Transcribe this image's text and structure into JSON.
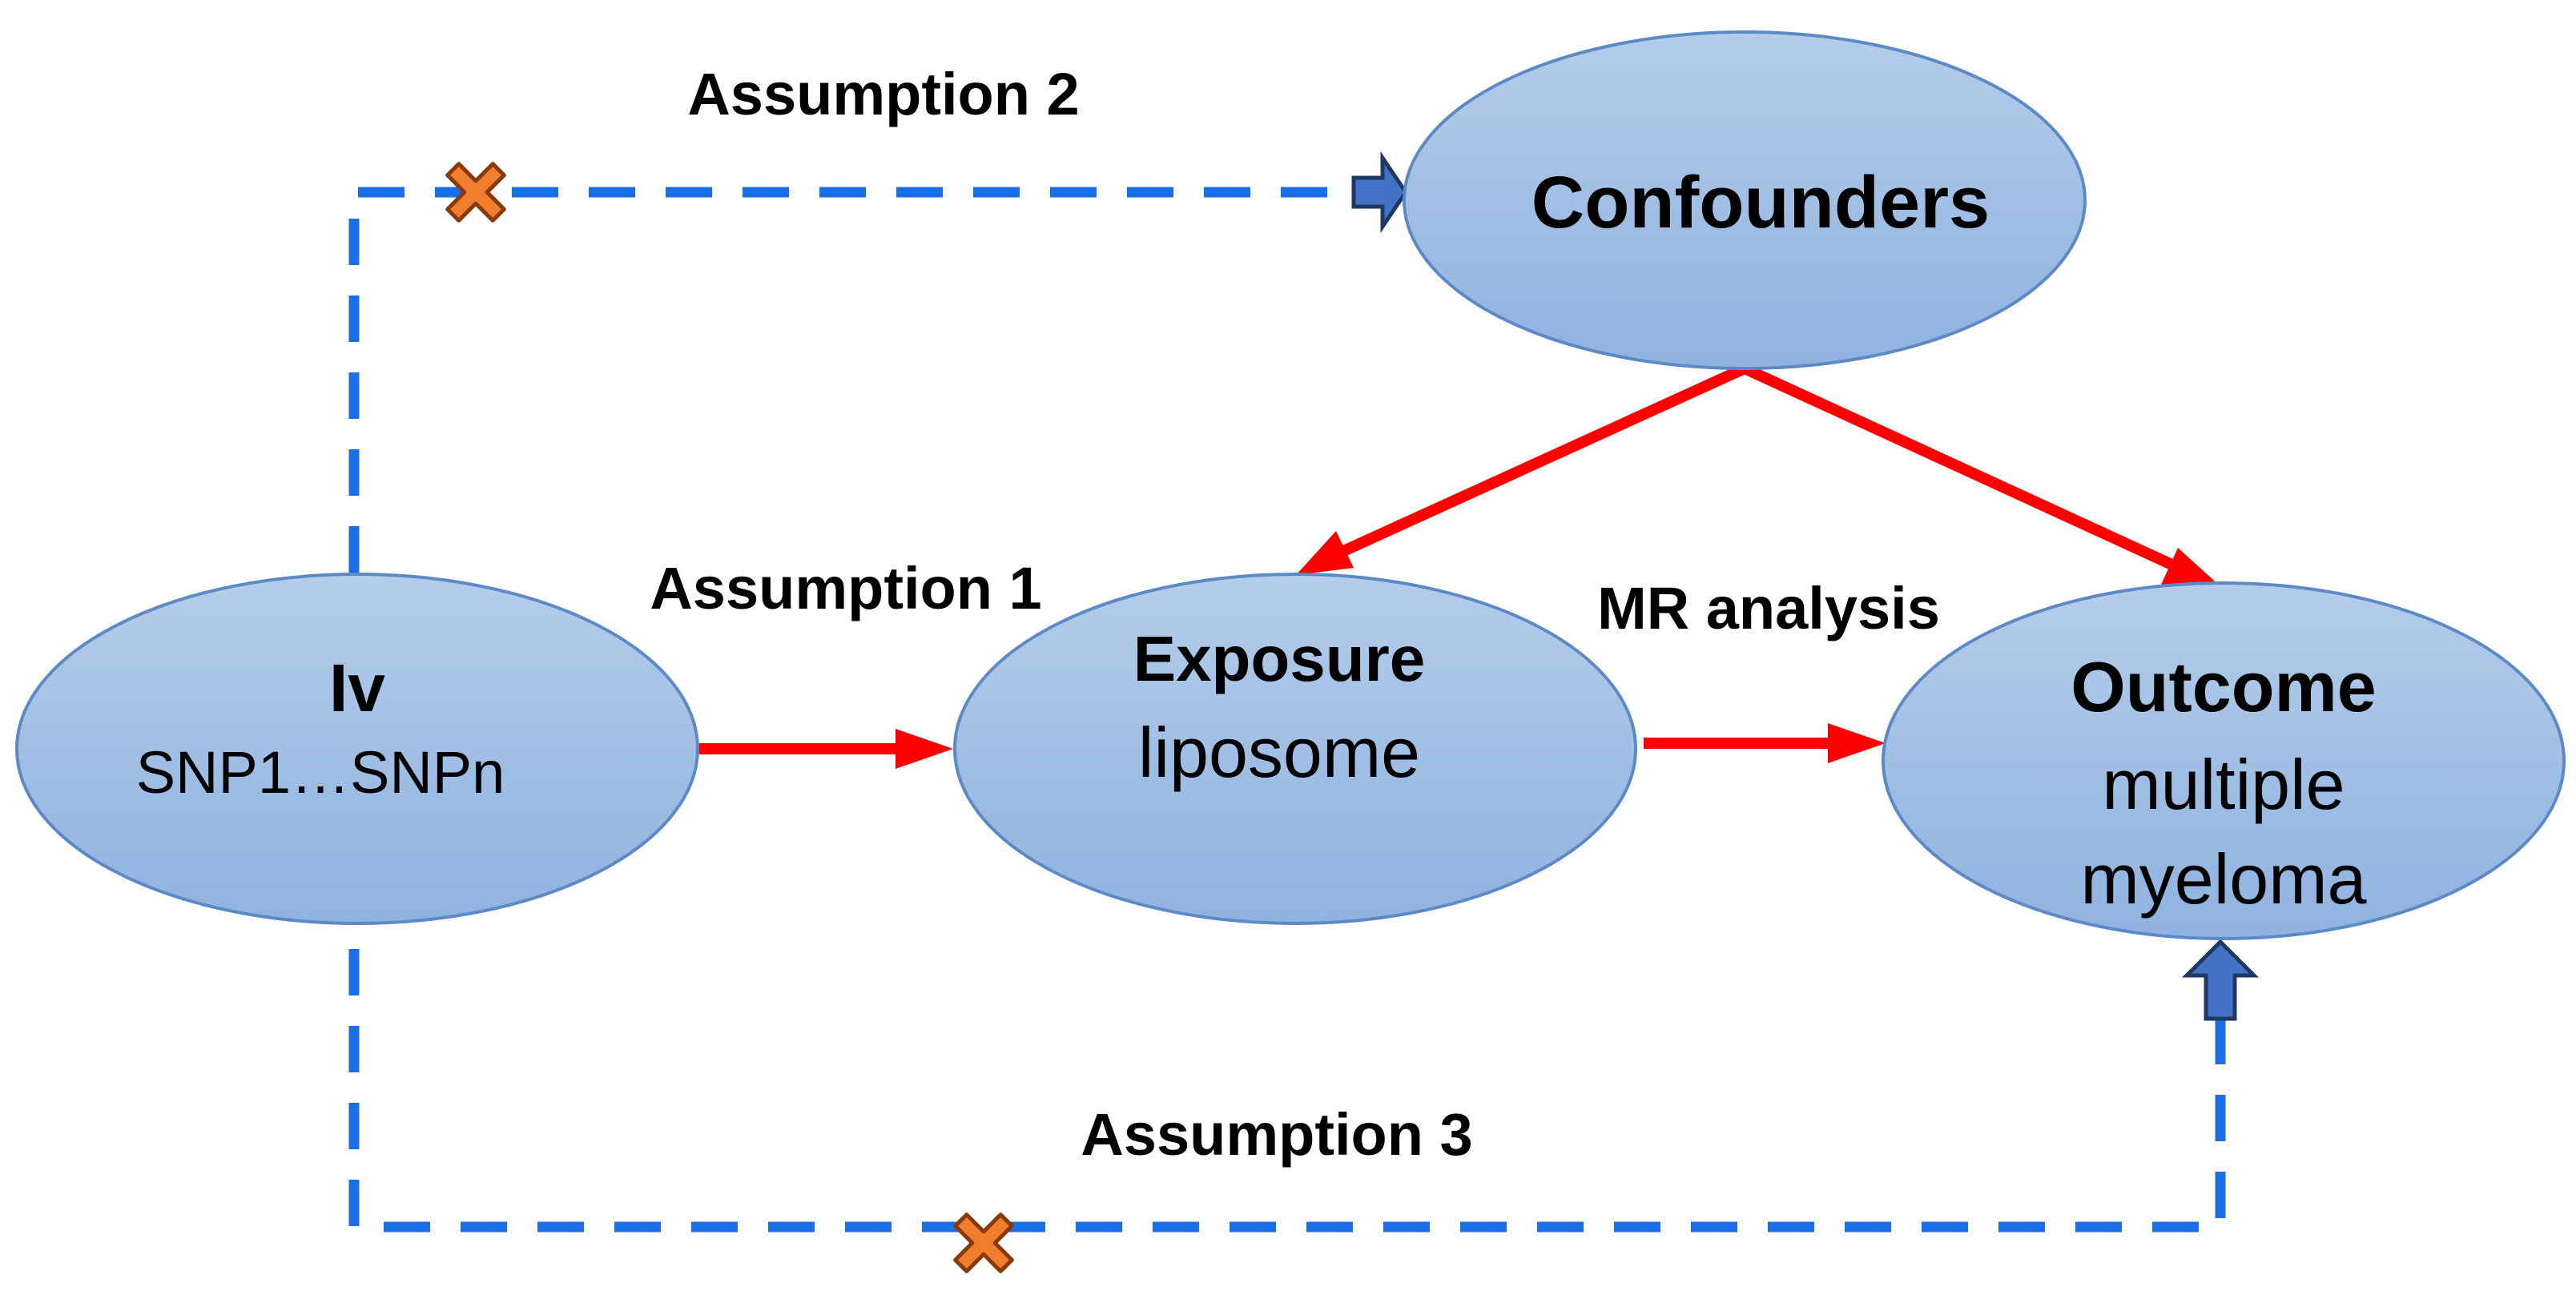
{
  "nodes": {
    "iv": {
      "title": "Iv",
      "subtitle": "SNP1…SNPn"
    },
    "exposure": {
      "title": "Exposure",
      "subtitle": "liposome"
    },
    "outcome": {
      "title": "Outcome",
      "subtitle_line1": "multiple",
      "subtitle_line2": "myeloma"
    },
    "confounders": {
      "title": "Confounders"
    }
  },
  "labels": {
    "assumption1": "Assumption 1",
    "assumption2": "Assumption 2",
    "assumption3": "Assumption 3",
    "mr_analysis": "MR analysis"
  },
  "colors": {
    "node_fill_top": "#b4cdea",
    "node_fill_bottom": "#8fb2df",
    "node_stroke": "#5b8ac6",
    "causal_arrow": "#ff0000",
    "assumption_path": "#1a6fe8",
    "block_marker": "#f07e2e",
    "block_marker_stroke": "#8a3a0a",
    "path_arrowhead": "#4472c4"
  },
  "icons": {
    "blocked_marker": "x-cross-icon",
    "path_arrowhead": "block-arrow-icon"
  }
}
